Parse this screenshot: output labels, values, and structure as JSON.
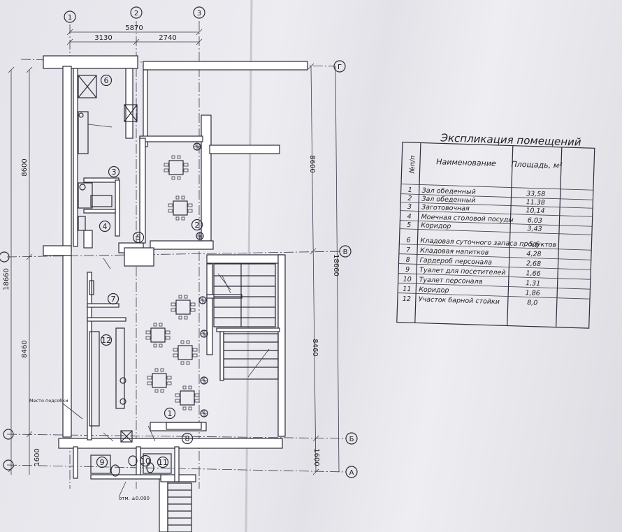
{
  "axes": {
    "columns": [
      "1",
      "2",
      "3"
    ],
    "rows": [
      "Г",
      "В",
      "Б",
      "А"
    ]
  },
  "dimensions": {
    "overall_width": "5870",
    "span_1_2": "3130",
    "span_2_3": "2740",
    "height_total": "18660",
    "height_top": "8600",
    "height_mid": "8460",
    "height_bottom": "1600"
  },
  "room_numbers": [
    "1",
    "2",
    "3",
    "4",
    "5",
    "6",
    "7",
    "8",
    "9",
    "10",
    "11",
    "12"
  ],
  "annotations": {
    "elevation": "отм. ±0.000",
    "side_note": "Место подсобки"
  },
  "explication": {
    "title": "Экспликация помещений",
    "headers": {
      "num": "№п/п",
      "name": "Наименование",
      "area": "Площадь, м²"
    },
    "rows": [
      {
        "num": "1",
        "name": "Зал обеденный",
        "area": "33,58"
      },
      {
        "num": "2",
        "name": "Зал обеденный",
        "area": "11,38"
      },
      {
        "num": "3",
        "name": "Заготовочная",
        "area": "10,14"
      },
      {
        "num": "4",
        "name": "Моечная столовой посуды",
        "area": "6,03"
      },
      {
        "num": "5",
        "name": "Коридор",
        "area": "3,43"
      },
      {
        "num": "6",
        "name": "Кладовая суточного запаса продуктов",
        "area": "5,6"
      },
      {
        "num": "7",
        "name": "Кладовая напитков",
        "area": "4,28"
      },
      {
        "num": "8",
        "name": "Гардероб персонала",
        "area": "2,68"
      },
      {
        "num": "9",
        "name": "Туалет для посетителей",
        "area": "1,66"
      },
      {
        "num": "10",
        "name": "Туалет персонала",
        "area": "1,31"
      },
      {
        "num": "11",
        "name": "Коридор",
        "area": "1,86"
      },
      {
        "num": "12",
        "name": "Участок барной стойки",
        "area": "8,0"
      }
    ]
  },
  "colors": {
    "ink": "#2c2c3a",
    "paper": "#e9e9ee"
  }
}
